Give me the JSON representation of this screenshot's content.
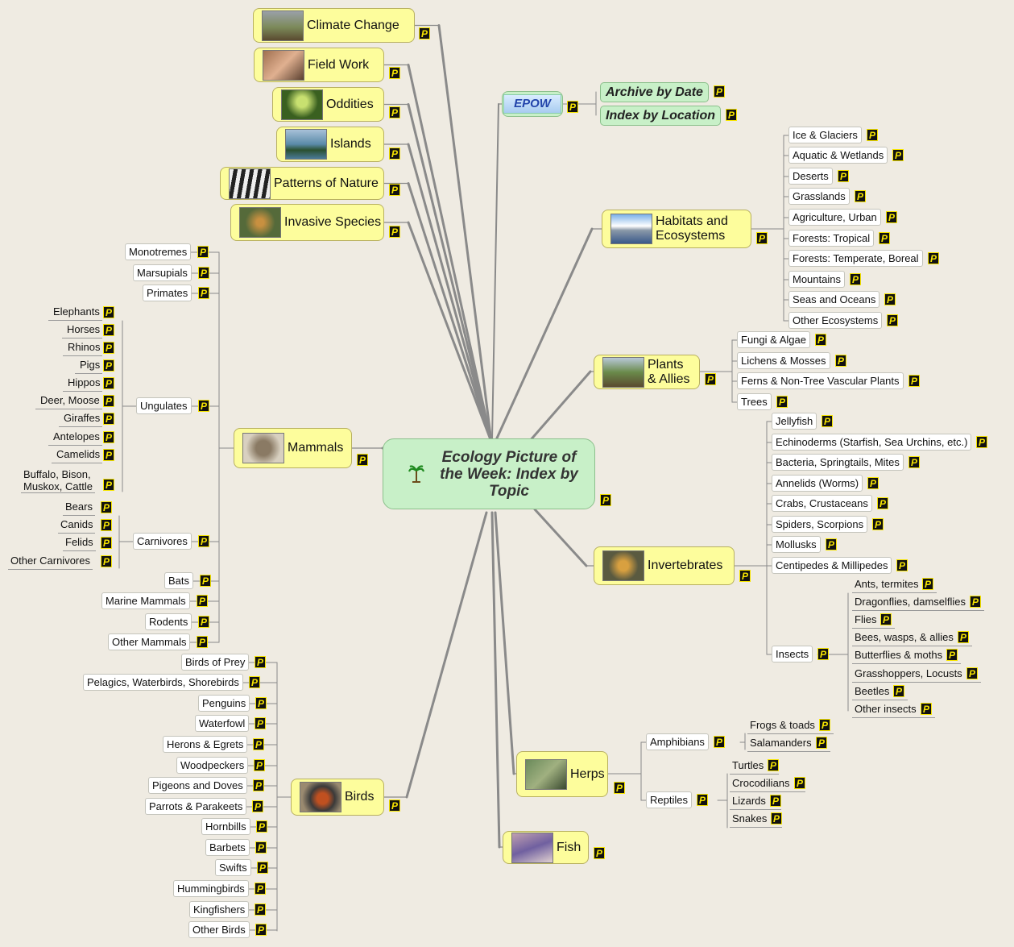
{
  "colors": {
    "link": "#8a8a8a",
    "node_yellow": "#fdfd9c",
    "node_green": "#c8f0c8",
    "background": "#efebe2"
  },
  "icons": {
    "note": "P",
    "center": "palm-tree-icon"
  },
  "center": {
    "title": "Ecology Picture of the Week: Index by Topic"
  },
  "epow": {
    "label": "EPOW"
  },
  "topics": {
    "climate_change": "Climate Change",
    "field_work": "Field Work",
    "oddities": "Oddities",
    "islands": "Islands",
    "patterns": "Patterns of Nature",
    "invasive": "Invasive Species",
    "mammals": "Mammals",
    "birds": "Birds",
    "habitats": "Habitats and\nEcosystems",
    "plants": "Plants\n& Allies",
    "invertebrates": "Invertebrates",
    "herps": "Herps",
    "fish": "Fish"
  },
  "epow_children": [
    "Archive by Date",
    "Index by Location"
  ],
  "mammals": {
    "children": [
      "Monotremes",
      "Marsupials",
      "Primates",
      "Ungulates",
      "Carnivores",
      "Bats",
      "Marine Mammals",
      "Rodents",
      "Other Mammals"
    ],
    "ungulates": [
      "Elephants",
      "Horses",
      "Rhinos",
      "Pigs",
      "Hippos",
      "Deer, Moose",
      "Giraffes",
      "Antelopes",
      "Camelids",
      "Buffalo, Bison,\nMuskox, Cattle"
    ],
    "carnivores": [
      "Bears",
      "Canids",
      "Felids",
      "Other Carnivores"
    ]
  },
  "birds": [
    "Birds of Prey",
    "Pelagics, Waterbirds, Shorebirds",
    "Penguins",
    "Waterfowl",
    "Herons & Egrets",
    "Woodpeckers",
    "Pigeons and Doves",
    "Parrots & Parakeets",
    "Hornbills",
    "Barbets",
    "Swifts",
    "Hummingbirds",
    "Kingfishers",
    "Other Birds"
  ],
  "habitats": [
    "Ice & Glaciers",
    "Aquatic & Wetlands",
    "Deserts",
    "Grasslands",
    "Agriculture, Urban",
    "Forests: Tropical",
    "Forests: Temperate, Boreal",
    "Mountains",
    "Seas and Oceans",
    "Other Ecosystems"
  ],
  "plants": [
    "Fungi & Algae",
    "Lichens & Mosses",
    "Ferns & Non-Tree Vascular Plants",
    "Trees"
  ],
  "invertebrates": {
    "children": [
      "Jellyfish",
      "Echinoderms (Starfish, Sea Urchins, etc.)",
      "Bacteria, Springtails, Mites",
      "Annelids (Worms)",
      "Crabs, Crustaceans",
      "Spiders, Scorpions",
      "Mollusks",
      "Centipedes & Millipedes",
      "Insects"
    ],
    "insects": [
      "Ants, termites",
      "Dragonflies, damselflies",
      "Flies",
      "Bees, wasps, & allies",
      "Butterflies & moths",
      "Grasshoppers, Locusts",
      "Beetles",
      "Other insects"
    ]
  },
  "herps": {
    "children": [
      "Amphibians",
      "Reptiles"
    ],
    "amphibians": [
      "Frogs & toads",
      "Salamanders"
    ],
    "reptiles": [
      "Turtles",
      "Crocodilians",
      "Lizards",
      "Snakes"
    ]
  }
}
